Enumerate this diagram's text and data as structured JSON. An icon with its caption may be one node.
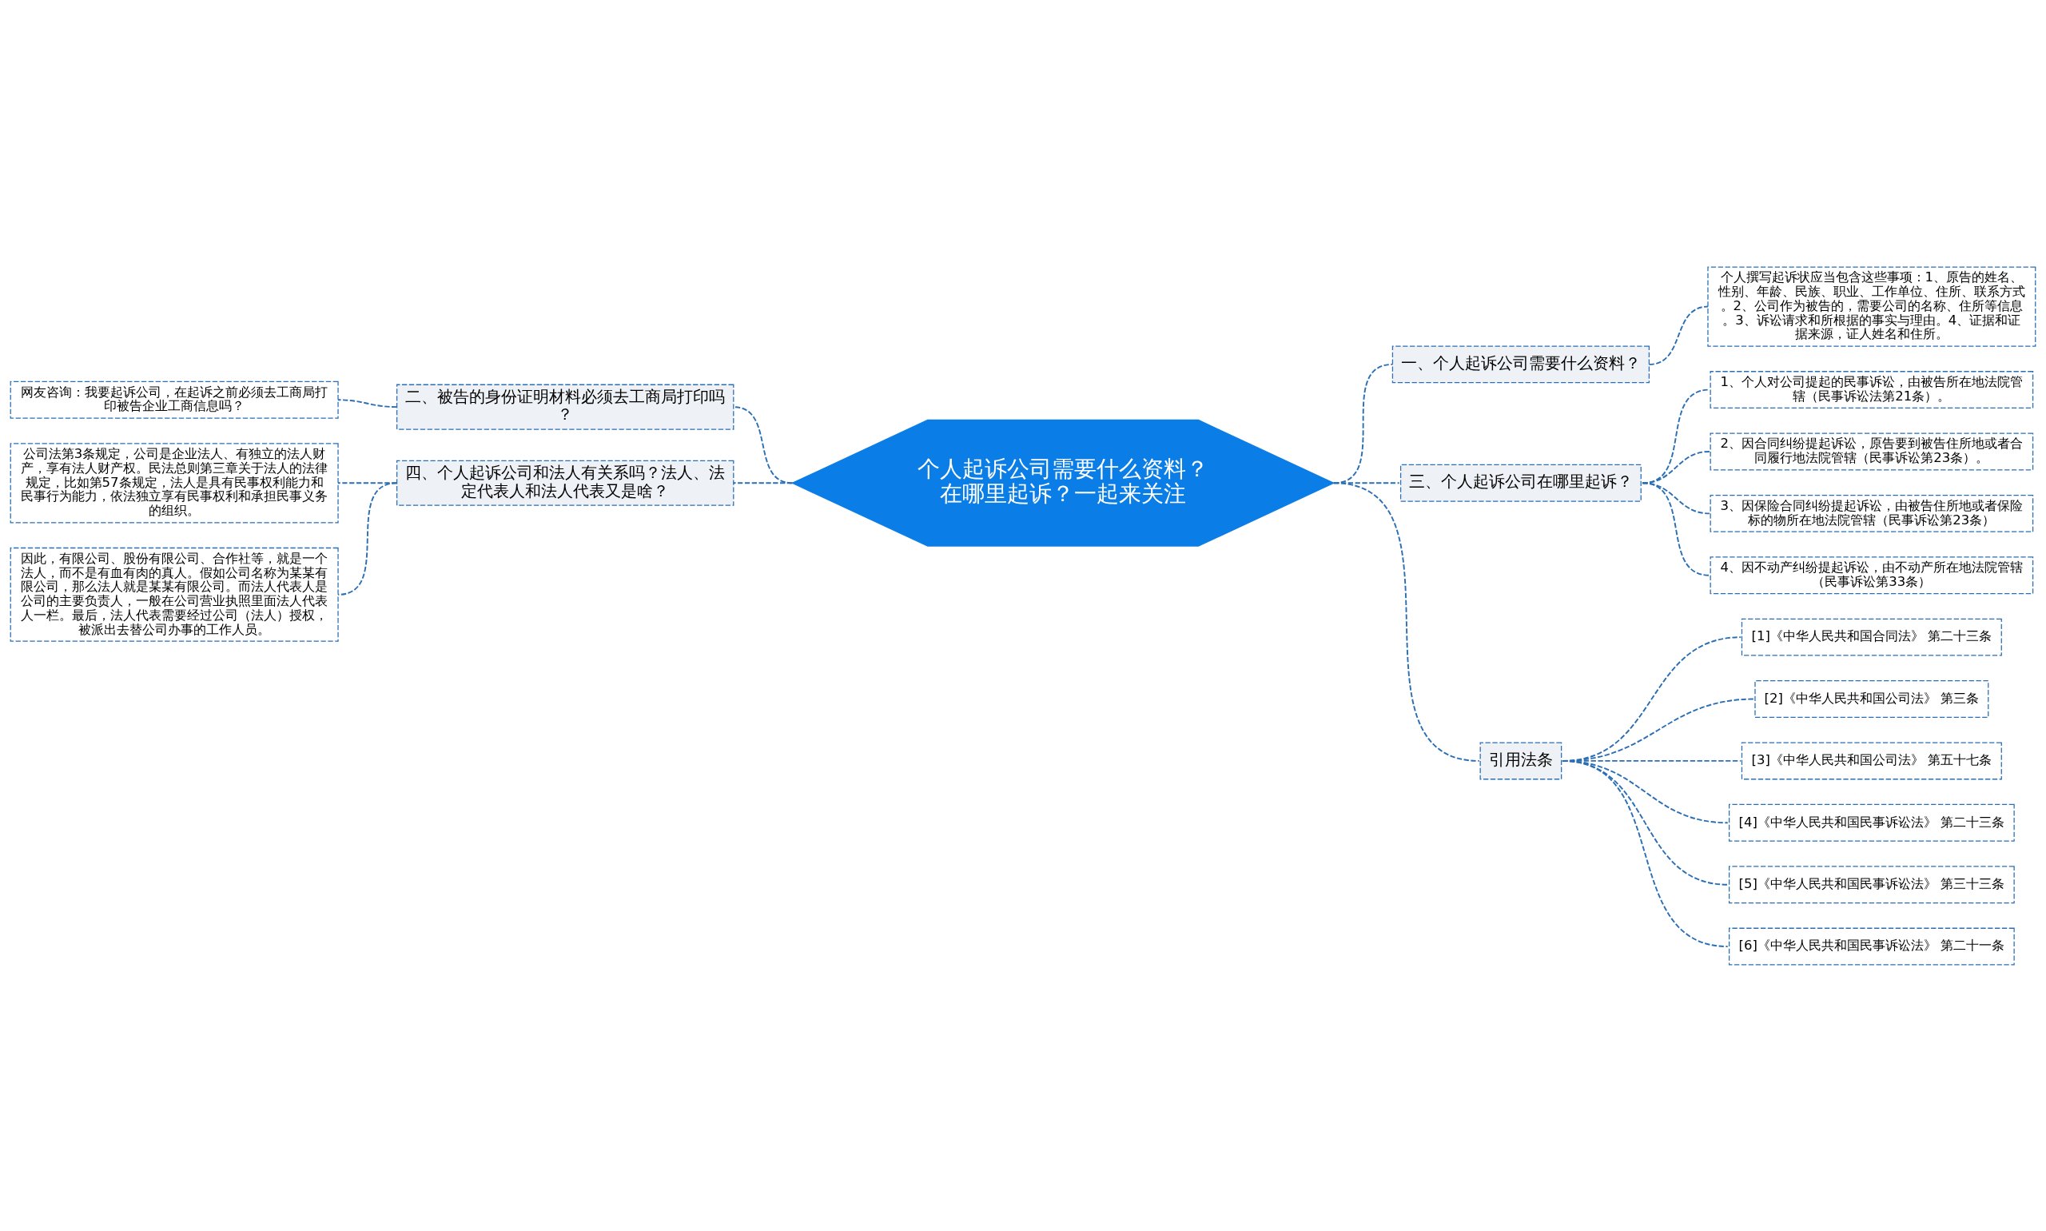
{
  "diagram": {
    "nodes": [
      {
        "text": [
          "个人起诉公司需要什么资料？在哪里起诉？一起来关注"
        ]
      },
      {
        "text": [
          "一、个人起诉公司需要什么资料？"
        ]
      },
      {
        "text": [
          "个人撰写起诉状应当包含这些事项：1、原告的姓名、性别、年龄、民族、职业、工作单位、住所、联系方式。2、公司作为被告的，需要公司的名称、住所等信息。3、诉讼请求和所根据的事实与理由。4、证据和证据来源，证人姓名和住所。"
        ]
      },
      {
        "text": [
          "三、个人起诉公司在哪里起诉？"
        ]
      },
      {
        "text": [
          "1、个人对公司提起的民事诉讼，由被告所在地法院管辖（民事诉讼法第21条）。"
        ]
      },
      {
        "text": [
          "2、因合同纠纷提起诉讼，原告要到被告住所地或者合同履行地法院管辖（民事诉讼第23条）。"
        ]
      },
      {
        "text": [
          "3、因保险合同纠纷提起诉讼，由被告住所地或者保险标的物所在地法院管辖（民事诉讼第23条）"
        ]
      },
      {
        "text": [
          "4、因不动产纠纷提起诉讼，由不动产所在地法院管辖（民事诉讼第33条）"
        ]
      },
      {
        "text": [
          "引用法条"
        ]
      },
      {
        "text": [
          "[1]《中华人民共和国合同法》 第二十三条"
        ]
      },
      {
        "text": [
          "[2]《中华人民共和国公司法》 第三条"
        ]
      },
      {
        "text": [
          "[3]《中华人民共和国公司法》 第五十七条"
        ]
      },
      {
        "text": [
          "[4]《中华人民共和国民事诉讼法》 第二十三条"
        ]
      },
      {
        "text": [
          "[5]《中华人民共和国民事诉讼法》 第三十三条"
        ]
      },
      {
        "text": [
          "[6]《中华人民共和国民事诉讼法》 第二十一条"
        ]
      },
      {
        "text": [
          "二、被告的身份证明材料必须去工商局打印吗？"
        ]
      },
      {
        "text": [
          "网友咨询：我要起诉公司，在起诉之前必须去工商局打印被告企业工商信息吗？"
        ]
      },
      {
        "text": [
          "四、个人起诉公司和法人有关系吗？法人、法定代表人和法人代表又是啥？"
        ]
      },
      {
        "text": [
          "公司法第3条规定，公司是企业法人、有独立的法人财产，享有法人财产权。民法总则第三章关于法人的法律规定，比如第57条规定，法人是具有民事权利能力和民事行为能力，依法独立享有民事权利和承担民事义务的组织。"
        ]
      },
      {
        "text": [
          "因此，有限公司、股份有限公司、合作社等，就是一个法人，而不是有血有肉的真人。假如公司名称为某某有限公司，那么法人就是某某有限公司。而法人代表人是公司的主要负责人，一般在公司营业执照里面法人代表人一栏。最后，法人代表需要经过公司（法人）授权，被派出去替公司办事的工作人员。"
        ]
      }
    ],
    "edges": [
      {
        "from": 0,
        "to": 1,
        "arrow": "none",
        "style": "dashed"
      },
      {
        "from": 1,
        "to": 2,
        "arrow": "none",
        "style": "dashed"
      },
      {
        "from": 0,
        "to": 3,
        "arrow": "none",
        "style": "dashed"
      },
      {
        "from": 3,
        "to": 4,
        "arrow": "none",
        "style": "dashed"
      },
      {
        "from": 3,
        "to": 5,
        "arrow": "none",
        "style": "dashed"
      },
      {
        "from": 3,
        "to": 6,
        "arrow": "none",
        "style": "dashed"
      },
      {
        "from": 3,
        "to": 7,
        "arrow": "none",
        "style": "dashed"
      },
      {
        "from": 0,
        "to": 8,
        "arrow": "none",
        "style": "dashed"
      },
      {
        "from": 8,
        "to": 9,
        "arrow": "none",
        "style": "dashed"
      },
      {
        "from": 8,
        "to": 10,
        "arrow": "none",
        "style": "dashed"
      },
      {
        "from": 8,
        "to": 11,
        "arrow": "none",
        "style": "dashed"
      },
      {
        "from": 8,
        "to": 12,
        "arrow": "none",
        "style": "dashed"
      },
      {
        "from": 8,
        "to": 13,
        "arrow": "none",
        "style": "dashed"
      },
      {
        "from": 8,
        "to": 14,
        "arrow": "none",
        "style": "dashed"
      },
      {
        "from": 0,
        "to": 15,
        "arrow": "none",
        "style": "dashed"
      },
      {
        "from": 15,
        "to": 16,
        "arrow": "none",
        "style": "dashed"
      },
      {
        "from": 0,
        "to": 17,
        "arrow": "none",
        "style": "dashed"
      },
      {
        "from": 17,
        "to": 18,
        "arrow": "none",
        "style": "dashed"
      },
      {
        "from": 17,
        "to": 19,
        "arrow": "none",
        "style": "dashed"
      }
    ]
  }
}
